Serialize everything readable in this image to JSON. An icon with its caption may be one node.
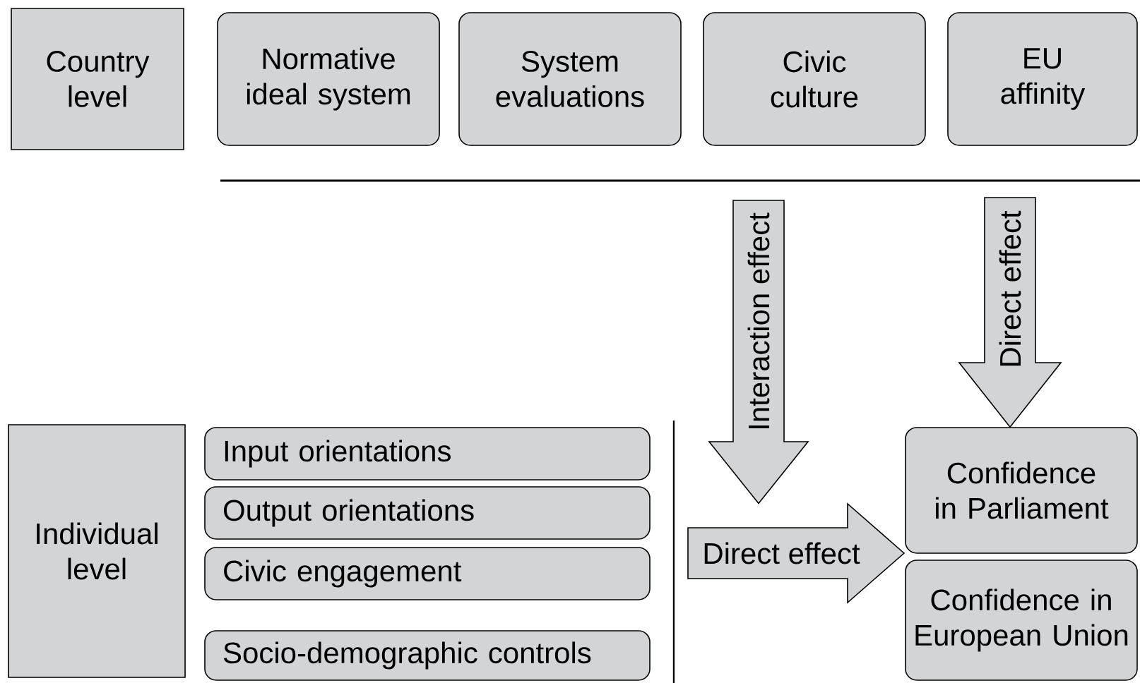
{
  "diagram": {
    "nodes": [
      {
        "text": [
          "Country level"
        ]
      },
      {
        "text": [
          "Normative ideal system"
        ]
      },
      {
        "text": [
          "System evaluations"
        ]
      },
      {
        "text": [
          "Civic culture"
        ]
      },
      {
        "text": [
          "EU affinity"
        ]
      },
      {
        "text": [
          "Individual level"
        ]
      },
      {
        "text": [
          "Input orientations"
        ]
      },
      {
        "text": [
          "Output orientations"
        ]
      },
      {
        "text": [
          "Civic engagement"
        ]
      },
      {
        "text": [
          "Socio-demographic controls"
        ]
      },
      {
        "text": [
          "Direct effect"
        ]
      },
      {
        "text": [
          "Confidence in Parliament"
        ]
      },
      {
        "text": [
          "Confidence in European Union"
        ]
      }
    ],
    "edges": [
      {
        "from": null,
        "to": 10,
        "arrow": "to",
        "label": "Interaction effect"
      },
      {
        "from": null,
        "to": 11,
        "arrow": "to",
        "label": "Direct effect"
      }
    ]
  }
}
